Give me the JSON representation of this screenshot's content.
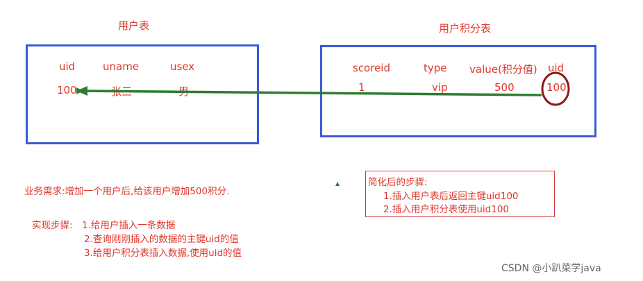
{
  "user_table": {
    "title": "用户表",
    "headers": [
      "uid",
      "uname",
      "usex"
    ],
    "row": [
      "100",
      "张三",
      "男"
    ]
  },
  "score_table": {
    "title": "用户积分表",
    "headers": [
      "scoreid",
      "type",
      "value(积分值)",
      "uid"
    ],
    "row": [
      "1",
      "vip",
      "500",
      "100"
    ]
  },
  "requirement": "业务需求:增加一个用户后,给该用户增加500积分.",
  "steps": {
    "label": "实现步骤:",
    "items": [
      "1.给用户插入一条数据",
      "2.查询刚刚插入的数据的主键uid的值",
      "3.给用户积分表插入数据,使用uid的值"
    ]
  },
  "simplified": {
    "title": "简化后的步骤:",
    "items": [
      "1.插入用户表后返回主键uid100",
      "2.插入用户积分表使用uid100"
    ]
  },
  "watermark": "CSDN @小趴菜学java",
  "colors": {
    "text": "#e0352b",
    "box_border": "#3b5bd4",
    "arrow": "#2e7d32",
    "circle": "#8b1a1a"
  }
}
